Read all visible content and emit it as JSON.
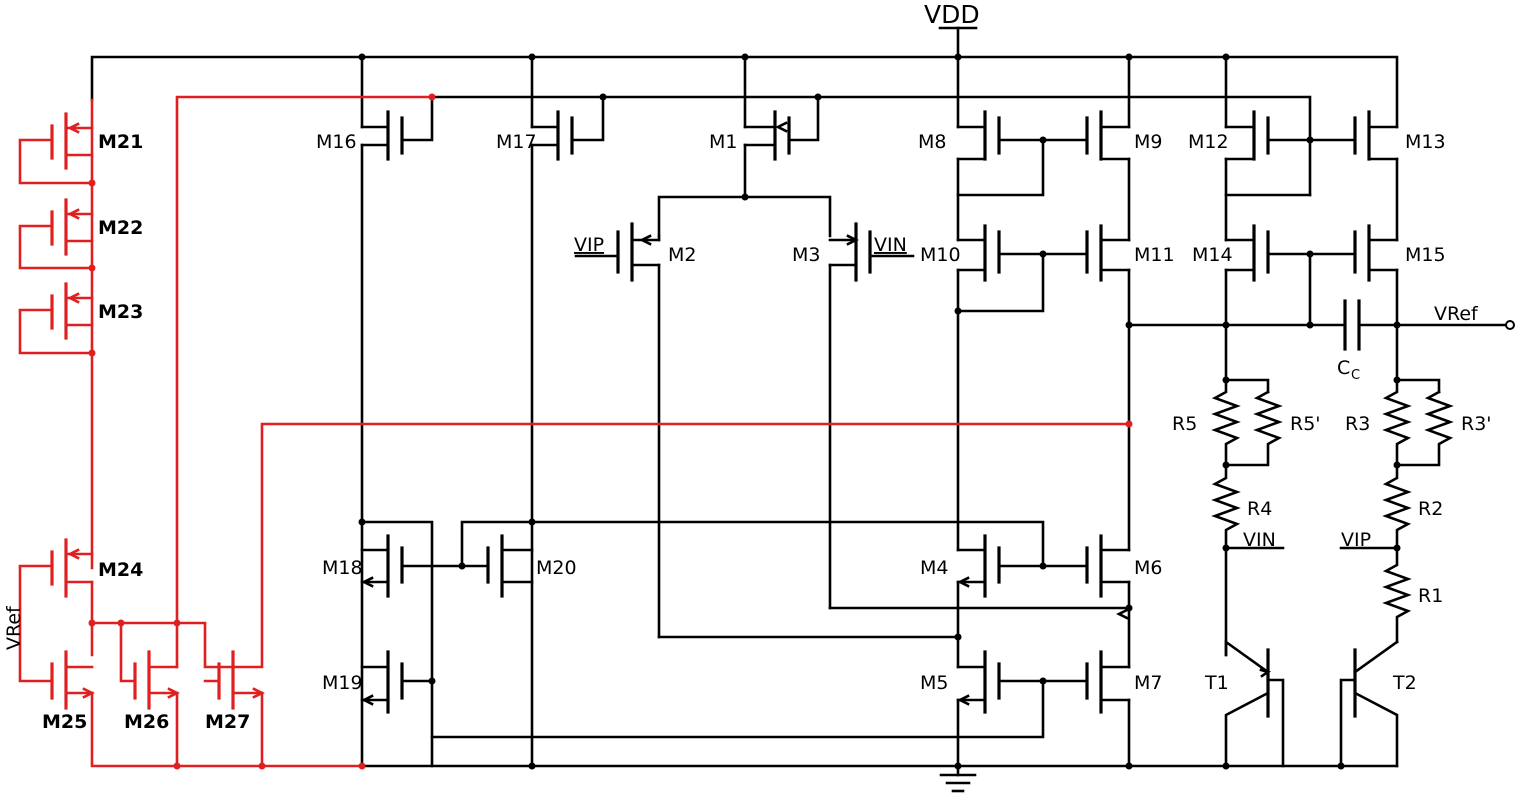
{
  "supply": {
    "vdd": "VDD"
  },
  "colors": {
    "wire": "#000000",
    "highlight": "#e02020"
  },
  "transistors": {
    "M1": "M1",
    "M2": "M2",
    "M3": "M3",
    "M4": "M4",
    "M5": "M5",
    "M6": "M6",
    "M7": "M7",
    "M8": "M8",
    "M9": "M9",
    "M10": "M10",
    "M11": "M11",
    "M12": "M12",
    "M13": "M13",
    "M14": "M14",
    "M15": "M15",
    "M16": "M16",
    "M17": "M17",
    "M18": "M18",
    "M19": "M19",
    "M20": "M20",
    "M21": "M21",
    "M22": "M22",
    "M23": "M23",
    "M24": "M24",
    "M25": "M25",
    "M26": "M26",
    "M27": "M27"
  },
  "bjts": {
    "T1": "T1",
    "T2": "T2"
  },
  "resistors": {
    "R1": "R1",
    "R2": "R2",
    "R3": "R3",
    "R3p": "R3'",
    "R4": "R4",
    "R5": "R5",
    "R5p": "R5'"
  },
  "capacitor": {
    "main": "C",
    "sub": "C"
  },
  "nets": {
    "vip": "VIP",
    "vin": "VIN",
    "vref": "VRef"
  }
}
